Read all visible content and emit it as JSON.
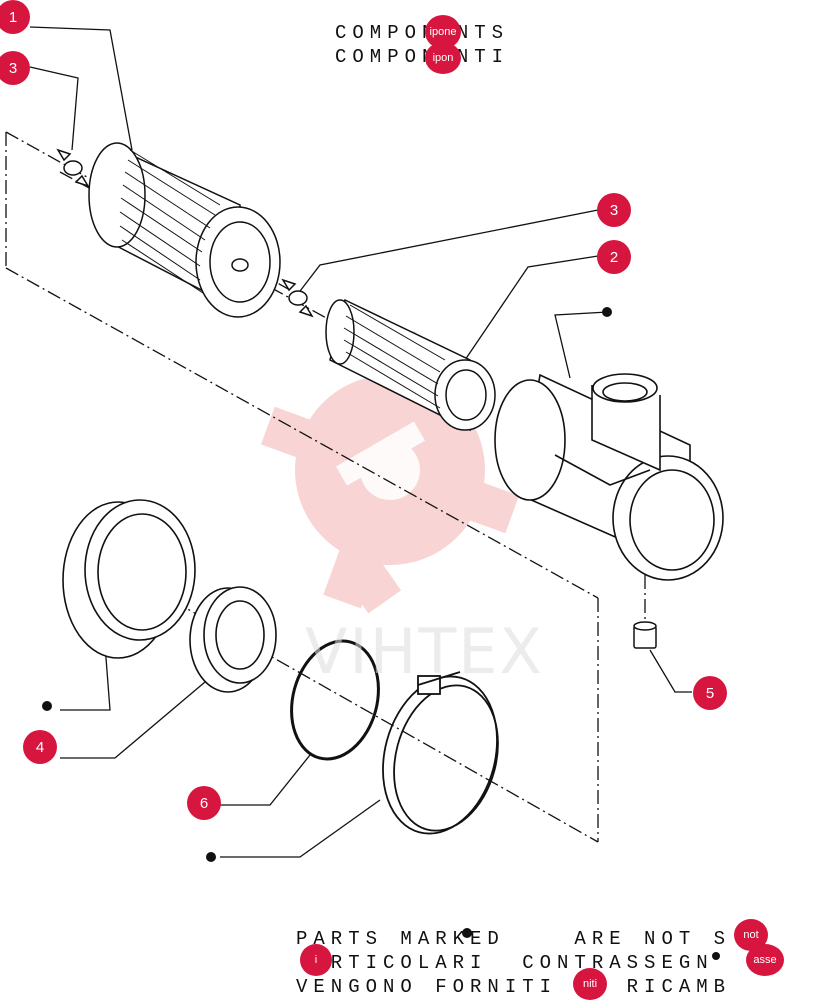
{
  "header": {
    "title_en": "COMPONENTS",
    "title_it": "COMPONENTI"
  },
  "watermark": {
    "text": "VIHTEX",
    "color": "#f5b8b8"
  },
  "callouts": [
    {
      "id": "1",
      "label": "1"
    },
    {
      "id": "3a",
      "label": "3"
    },
    {
      "id": "3b",
      "label": "3"
    },
    {
      "id": "2",
      "label": "2"
    },
    {
      "id": "5",
      "label": "5"
    },
    {
      "id": "4",
      "label": "4"
    },
    {
      "id": "6",
      "label": "6"
    }
  ],
  "overlay_badges": {
    "title_badge_1": "ipone",
    "title_badge_2": "ipon",
    "note_badge_not": "not",
    "note_badge_asse": "asse",
    "note_badge_i": "i",
    "note_badge_niti": "niti"
  },
  "footer_notes": {
    "line1": "PARTS MARKED    ARE NOT S",
    "line2": " ARTICOLARI  CONTRASSEGN",
    "line3": "VENGONO FORNITI DI RICAMB"
  },
  "colors": {
    "accent": "#d6163f",
    "line": "#111111"
  }
}
